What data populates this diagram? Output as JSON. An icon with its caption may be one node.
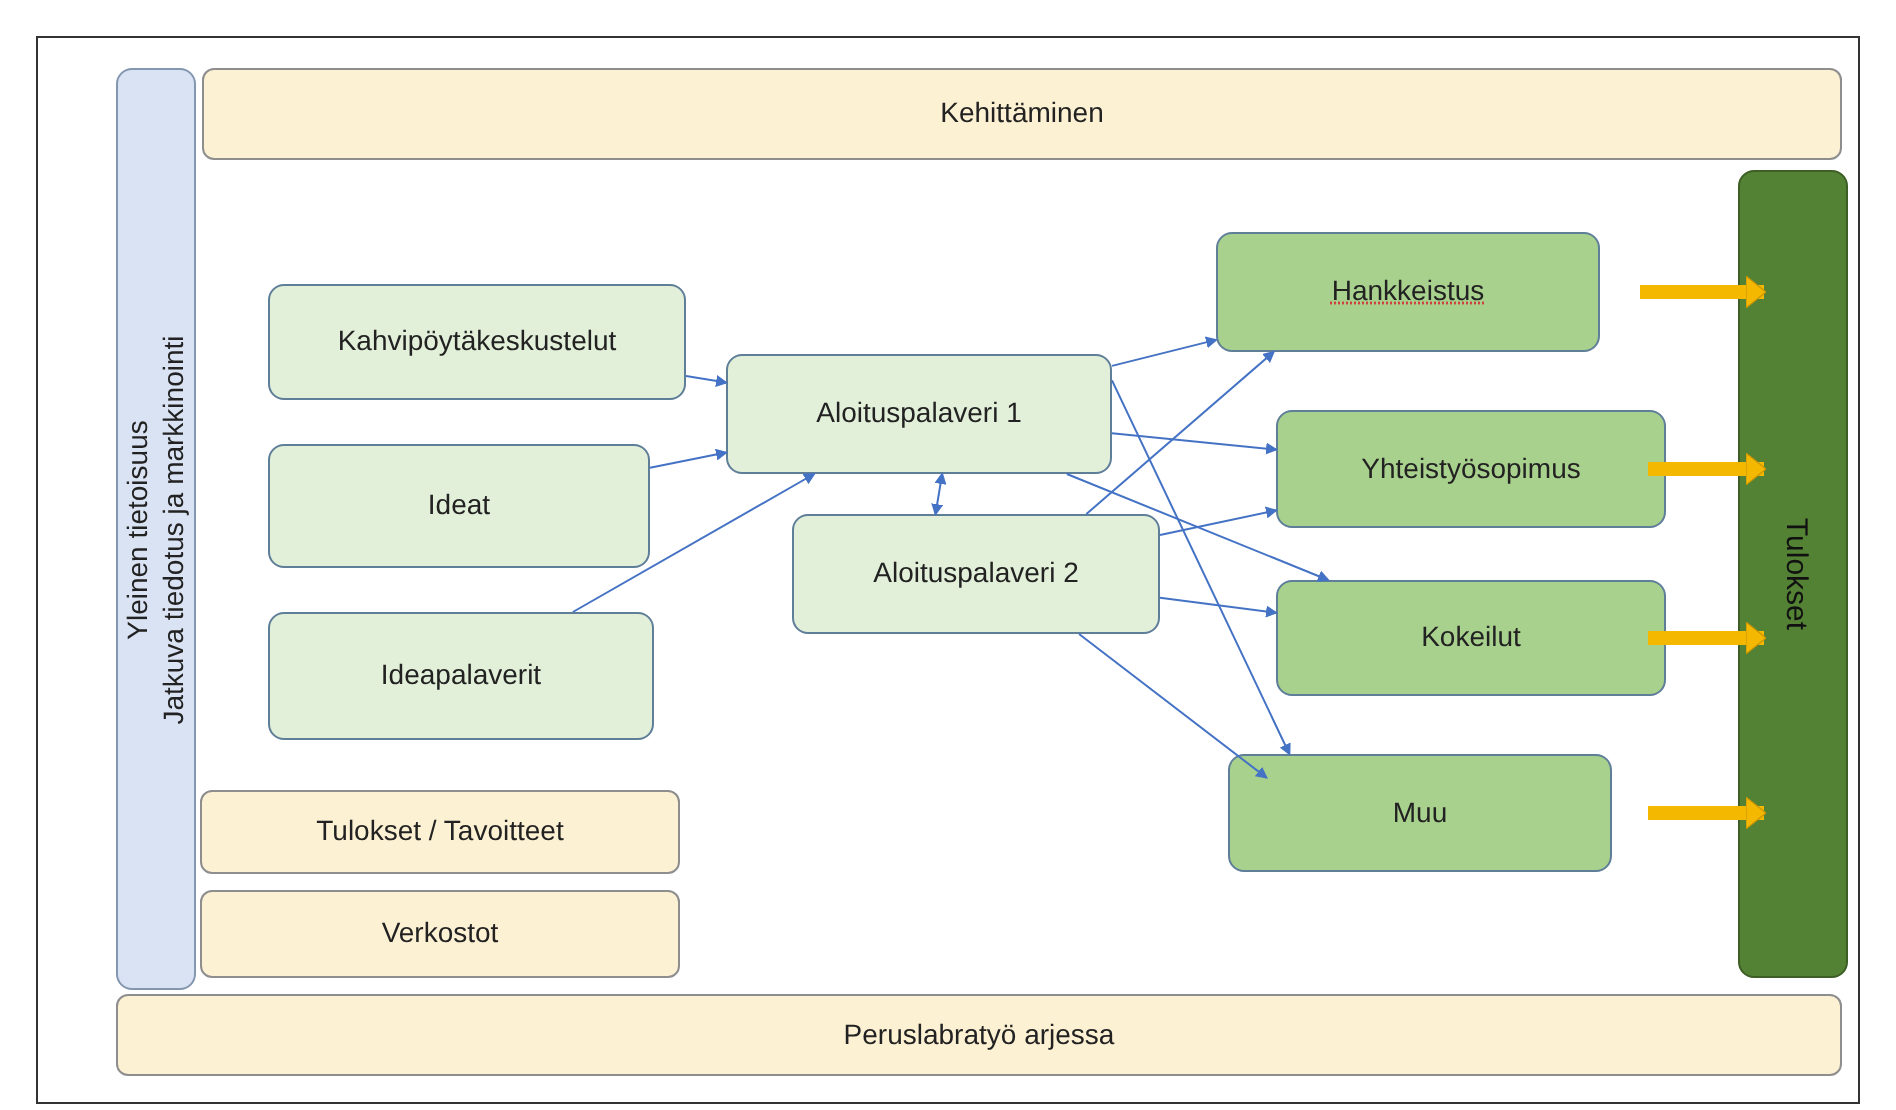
{
  "diagram": {
    "nodes": [
      {
        "text": [
          "Yleinen tietoisuus",
          "Jatkuva tiedotus ja markkinointi"
        ]
      },
      {
        "text": [
          "Kehittäminen"
        ]
      },
      {
        "text": [
          "Kahvipöytäkeskustelut"
        ]
      },
      {
        "text": [
          "Ideat"
        ]
      },
      {
        "text": [
          "Ideapalaverit"
        ]
      },
      {
        "text": [
          "Aloituspalaveri 1"
        ]
      },
      {
        "text": [
          "Aloituspalaveri 2"
        ]
      },
      {
        "text": [
          "Hankkeistus"
        ]
      },
      {
        "text": [
          "Yhteistyösopimus"
        ]
      },
      {
        "text": [
          "Kokeilut"
        ]
      },
      {
        "text": [
          "Muu"
        ]
      },
      {
        "text": [
          "Tulokset"
        ]
      },
      {
        "text": [
          "Tulokset / Tavoitteet"
        ]
      },
      {
        "text": [
          "Verkostot"
        ]
      },
      {
        "text": [
          "Peruslabratyö arjessa"
        ]
      }
    ],
    "edges": [
      {
        "from": 2,
        "to": 5,
        "arrow": "to"
      },
      {
        "from": 3,
        "to": 5,
        "arrow": "to"
      },
      {
        "from": 4,
        "to": 5,
        "arrow": "to"
      },
      {
        "from": 5,
        "to": 6,
        "arrow": "both"
      },
      {
        "from": 5,
        "to": 7,
        "arrow": "to"
      },
      {
        "from": 6,
        "to": 7,
        "arrow": "to"
      },
      {
        "from": 5,
        "to": 8,
        "arrow": "to"
      },
      {
        "from": 6,
        "to": 8,
        "arrow": "to"
      },
      {
        "from": 5,
        "to": 9,
        "arrow": "to"
      },
      {
        "from": 6,
        "to": 9,
        "arrow": "to"
      },
      {
        "from": 5,
        "to": 10,
        "arrow": "to"
      },
      {
        "from": 6,
        "to": 10,
        "arrow": "to"
      },
      {
        "from": 7,
        "to": 11,
        "arrow": "to",
        "style": "thick",
        "color": "#f5b800"
      },
      {
        "from": 8,
        "to": 11,
        "arrow": "to",
        "style": "thick",
        "color": "#f5b800"
      },
      {
        "from": 9,
        "to": 11,
        "arrow": "to",
        "style": "thick",
        "color": "#f5b800"
      },
      {
        "from": 10,
        "to": 11,
        "arrow": "to",
        "style": "thick",
        "color": "#f5b800"
      }
    ]
  }
}
